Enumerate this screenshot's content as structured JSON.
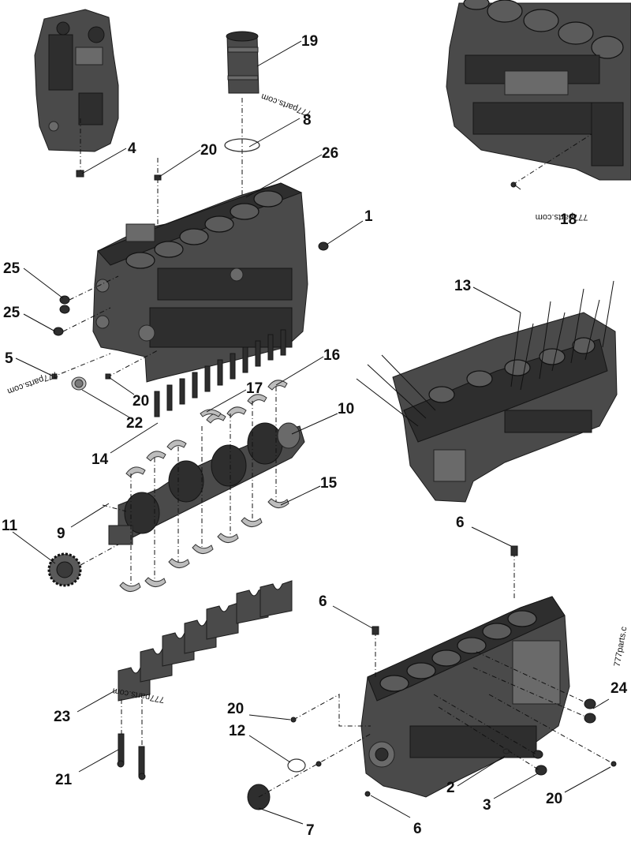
{
  "diagram": {
    "callouts": {
      "c19": "19",
      "c8": "8",
      "c20a": "20",
      "c26": "26",
      "c4": "4",
      "c1": "1",
      "c18": "18",
      "c25a": "25",
      "c25b": "25",
      "c5": "5",
      "c20b": "20",
      "c22": "22",
      "c16": "16",
      "c17": "17",
      "c10": "10",
      "c14": "14",
      "c13": "13",
      "c15": "15",
      "c11": "11",
      "c9": "9",
      "c6a": "6",
      "c6b": "6",
      "c23": "23",
      "c24": "24",
      "c20c": "20",
      "c12": "12",
      "c21": "21",
      "c2": "2",
      "c3": "3",
      "c20d": "20",
      "c7": "7",
      "c6c": "6"
    },
    "watermarks": {
      "w1": "777parts.com",
      "w2": "777parts.com",
      "w3": "777parts.com",
      "w4": "777parts.com",
      "w5": "777parts.c"
    },
    "colors": {
      "metal": "#4a4a4a",
      "bearing": "#bdbdbd",
      "line": "#111111"
    }
  }
}
